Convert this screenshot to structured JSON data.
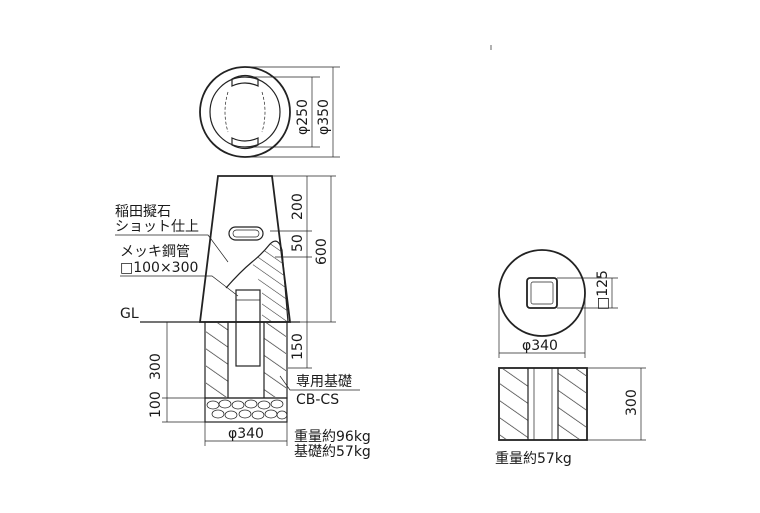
{
  "colors": {
    "line": "#222222",
    "background": "#ffffff",
    "hatch": "#333333"
  },
  "top_view": {
    "dims": {
      "inner": "φ250",
      "outer": "φ350"
    }
  },
  "main_view": {
    "dims": {
      "top_section": "200",
      "hole_section": "50",
      "body_height": "600",
      "embed_section": "150",
      "base_height": "300",
      "gravel_height": "100",
      "base_diameter": "φ340"
    },
    "labels": {
      "material_line1": "稲田擬石",
      "material_line2": "ショット仕上",
      "pipe_line1": "メッキ鋼管",
      "pipe_line2": "□100×300",
      "ground_level": "GL",
      "foundation_line1": "専用基礎",
      "foundation_line2": "CB-CS",
      "weight_total": "重量約96kg",
      "weight_base": "基礎約57kg"
    }
  },
  "base_top_view": {
    "dims": {
      "socket": "□125",
      "diameter": "φ340"
    }
  },
  "base_side_view": {
    "dims": {
      "height": "300"
    },
    "labels": {
      "weight": "重量約57kg"
    }
  }
}
